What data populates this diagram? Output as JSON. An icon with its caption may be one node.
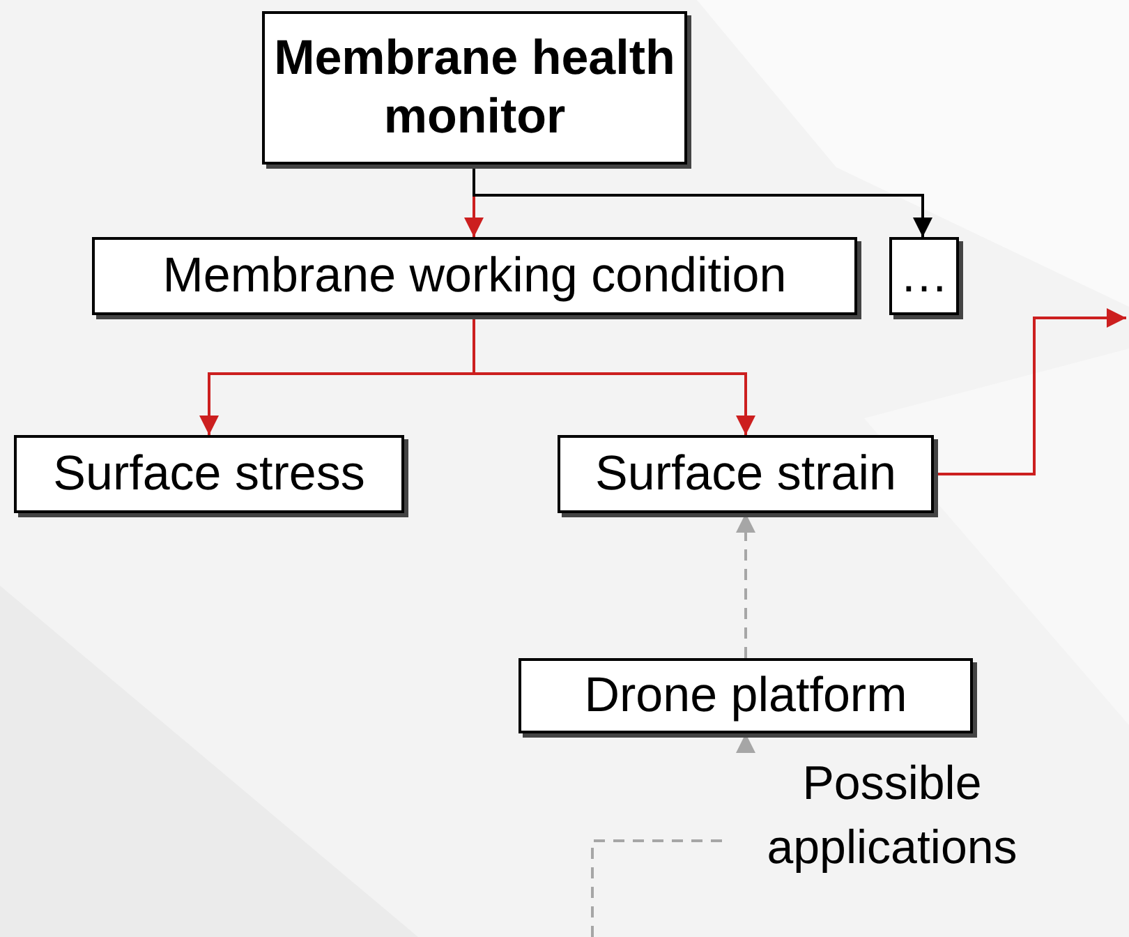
{
  "diagram": {
    "nodes": [
      {
        "text": [
          "Membrane health monitor"
        ]
      },
      {
        "text": [
          "Membrane working condition"
        ]
      },
      {
        "text": [
          "…"
        ]
      },
      {
        "text": [
          "Surface stress"
        ]
      },
      {
        "text": [
          "Surface strain"
        ]
      },
      {
        "text": [
          "Drone platform"
        ]
      }
    ],
    "edges": [
      {
        "from": 0,
        "to": 1,
        "arrow": "to"
      },
      {
        "from": 0,
        "to": 2,
        "arrow": "to",
        "color": "#000000"
      },
      {
        "from": 1,
        "to": 3,
        "arrow": "to"
      },
      {
        "from": 1,
        "to": 4,
        "arrow": "to"
      },
      {
        "from": 4,
        "to": null,
        "arrow": "to"
      },
      {
        "from": 5,
        "to": 4,
        "arrow": "to",
        "style": "dashed",
        "color": "#a6a6a6"
      },
      {
        "from": null,
        "to": 5,
        "arrow": "to",
        "style": "dashed",
        "color": "#a6a6a6",
        "label": "Possible applications"
      }
    ]
  }
}
